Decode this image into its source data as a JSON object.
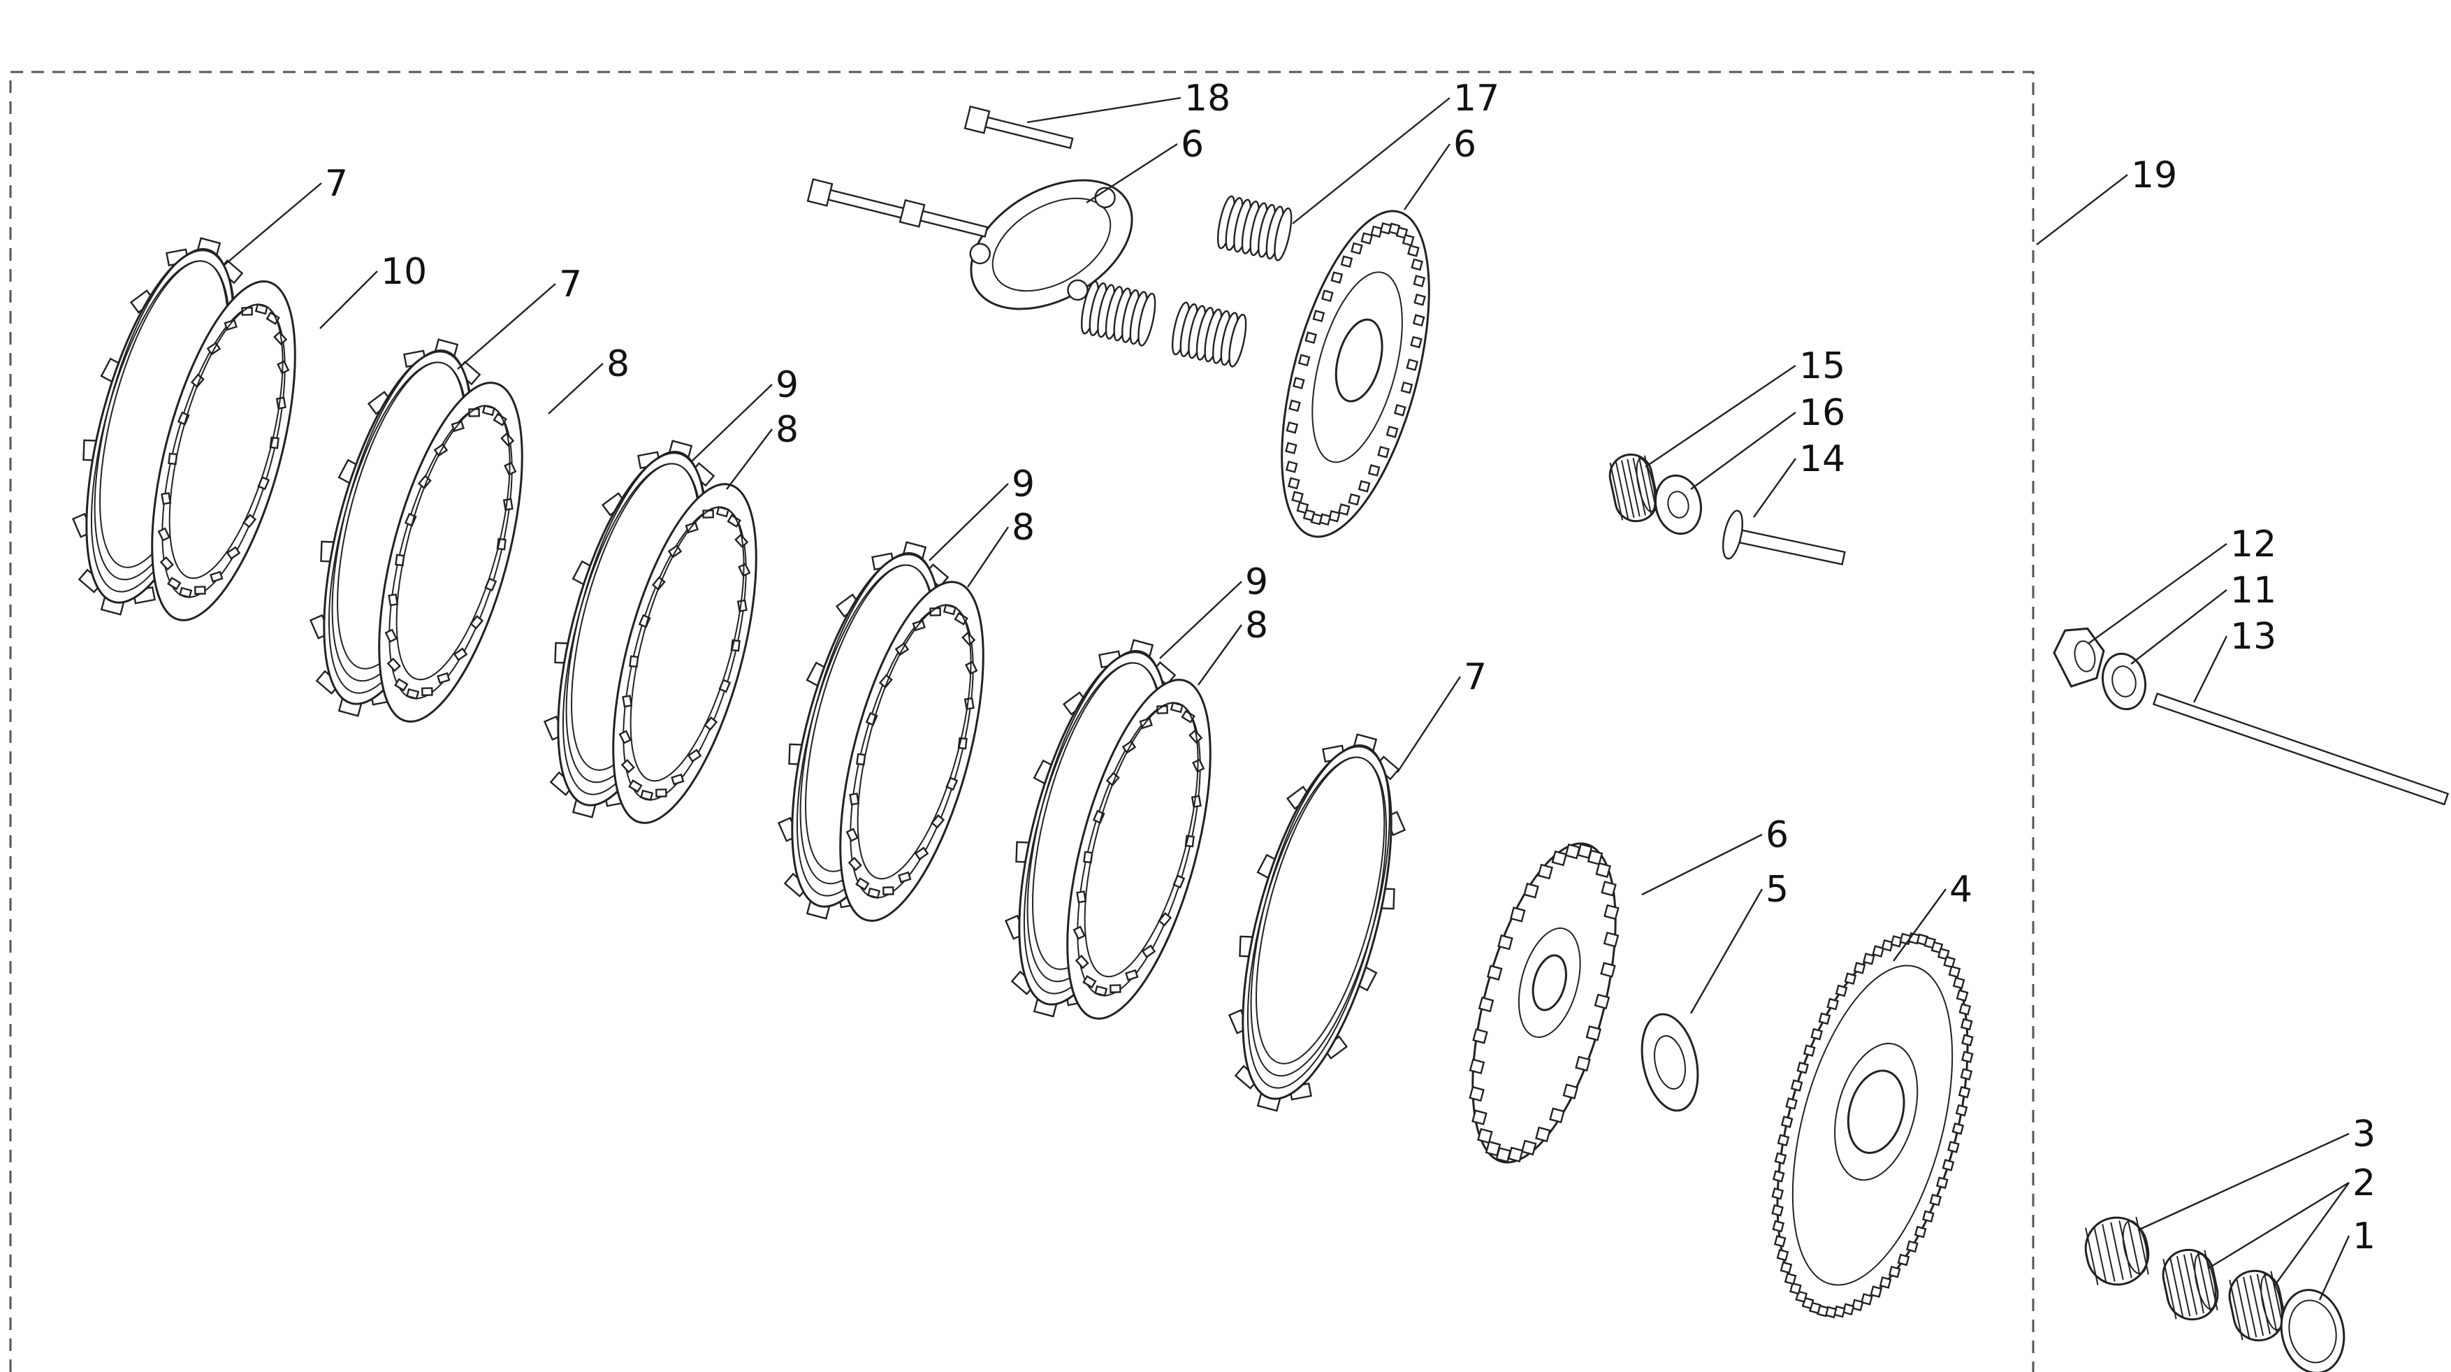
{
  "diagram": {
    "callouts": [
      {
        "id": "c1",
        "label": "1"
      },
      {
        "id": "c2",
        "label": "2"
      },
      {
        "id": "c3",
        "label": "3"
      },
      {
        "id": "c4",
        "label": "4"
      },
      {
        "id": "c5",
        "label": "5"
      },
      {
        "id": "c6a",
        "label": "6"
      },
      {
        "id": "c6b",
        "label": "6"
      },
      {
        "id": "c6c",
        "label": "6"
      },
      {
        "id": "c7a",
        "label": "7"
      },
      {
        "id": "c7b",
        "label": "7"
      },
      {
        "id": "c7c",
        "label": "7"
      },
      {
        "id": "c8a",
        "label": "8"
      },
      {
        "id": "c8b",
        "label": "8"
      },
      {
        "id": "c8c",
        "label": "8"
      },
      {
        "id": "c8d",
        "label": "8"
      },
      {
        "id": "c9a",
        "label": "9"
      },
      {
        "id": "c9b",
        "label": "9"
      },
      {
        "id": "c9c",
        "label": "9"
      },
      {
        "id": "c10",
        "label": "10"
      },
      {
        "id": "c11",
        "label": "11"
      },
      {
        "id": "c12",
        "label": "12"
      },
      {
        "id": "c13",
        "label": "13"
      },
      {
        "id": "c14",
        "label": "14"
      },
      {
        "id": "c15",
        "label": "15"
      },
      {
        "id": "c16",
        "label": "16"
      },
      {
        "id": "c17",
        "label": "17"
      },
      {
        "id": "c18",
        "label": "18"
      },
      {
        "id": "c19",
        "label": "19"
      }
    ]
  }
}
